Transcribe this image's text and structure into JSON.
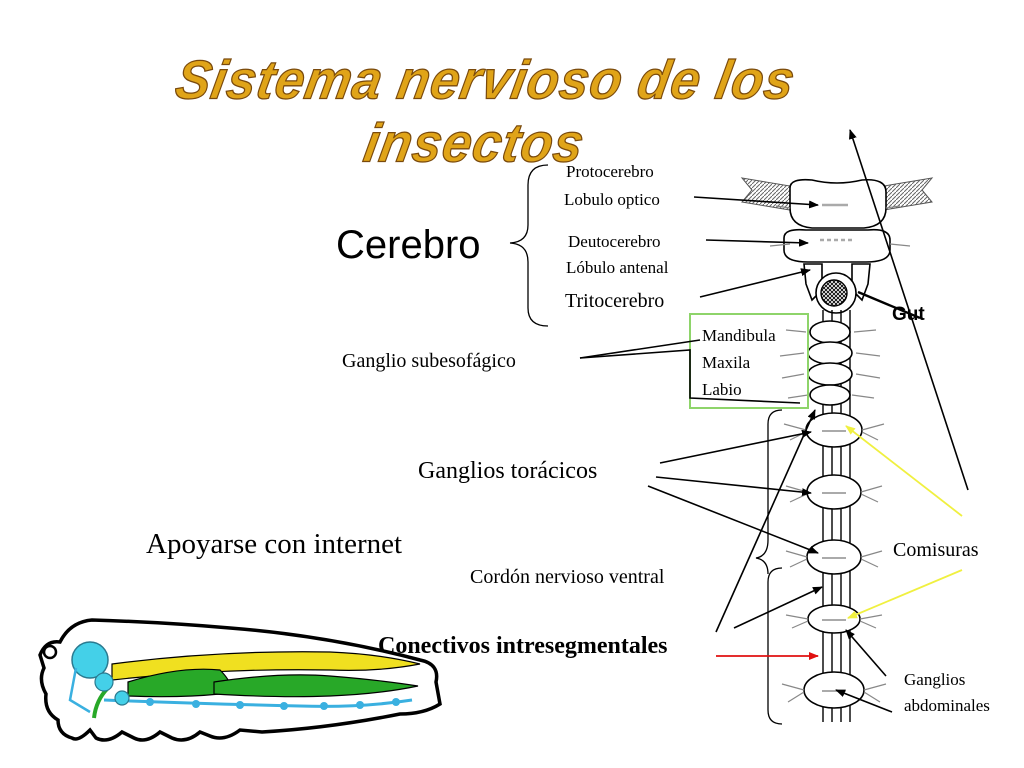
{
  "title": "Sistema nervioso de los insectos",
  "labels": {
    "cerebro": "Cerebro",
    "protocerebro": "Protocerebro",
    "lobulo_optico": "Lobulo optico",
    "deutocerebro": "Deutocerebro",
    "lobulo_antenal": "Lóbulo antenal",
    "tritocerebro": "Tritocerebro",
    "gut": "Gut",
    "ganglio_subesofagico": "Ganglio subesofágico",
    "mandibula": "Mandibula",
    "maxila": "Maxila",
    "labio": "Labio",
    "ganglios_toracicos": "Ganglios  torácicos",
    "apoyarse": "Apoyarse con internet",
    "cordon_nervioso": "Cordón nervioso ventral",
    "comisuras": "Comisuras",
    "conectivos": "Conectivos intresegmentales",
    "ganglios": "Ganglios",
    "abdominales": "abdominales"
  },
  "colors": {
    "title_fill": "#e0a418",
    "title_outline": "#7a4a0c",
    "green_box": "#8ed46a",
    "yellow_arrow": "#f0f040",
    "red_arrow": "#e01010",
    "larva_brain": "#44d0e8",
    "larva_gut_yellow": "#f0e020",
    "larva_gut_green": "#28a828",
    "larva_nerve_cord": "#3ab0e0"
  }
}
